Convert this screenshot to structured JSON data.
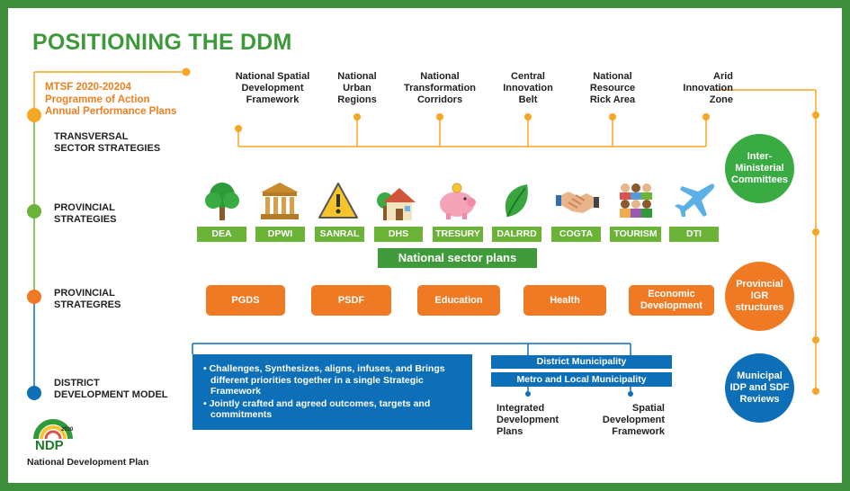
{
  "title": "POSITIONING THE DDM",
  "mtsf": {
    "line1": "MTSF 2020-20204",
    "line2": "Programme of Action",
    "line3": "Annual Performance Plans"
  },
  "levels": {
    "transversal": [
      "TRANSVERSAL",
      "SECTOR STRATEGIES"
    ],
    "provincial_strategies": [
      "PROVINCIAL",
      "STRATEGIES"
    ],
    "provincial_strategres": [
      "PROVINCIAL",
      "STRATEGRES"
    ],
    "ddm": [
      "DISTRICT",
      "DEVELOPMENT MODEL"
    ]
  },
  "frameworks": [
    [
      "National Spatial",
      "Development",
      "Framework"
    ],
    [
      "National",
      "Urban",
      "Regions"
    ],
    [
      "National",
      "Transformation",
      "Corridors"
    ],
    [
      "Central",
      "Innovation",
      "Belt"
    ],
    [
      "National",
      "Resource",
      "Rick Area"
    ],
    [
      "Arid",
      "Innovation",
      "Zone"
    ]
  ],
  "departments": [
    {
      "label": "DEA",
      "icon": "tree-icon"
    },
    {
      "label": "DPWI",
      "icon": "building-icon"
    },
    {
      "label": "SANRAL",
      "icon": "warning-sign-icon"
    },
    {
      "label": "DHS",
      "icon": "house-icon"
    },
    {
      "label": "TRESURY",
      "icon": "piggy-bank-icon"
    },
    {
      "label": "DALRRD",
      "icon": "leaf-icon"
    },
    {
      "label": "COGTA",
      "icon": "handshake-icon"
    },
    {
      "label": "TOURISM",
      "icon": "people-icon"
    },
    {
      "label": "DTI",
      "icon": "airplane-icon"
    }
  ],
  "national_sector_plans": "National sector plans",
  "provincial_items": [
    [
      "PGDS"
    ],
    [
      "PSDF"
    ],
    [
      "Education"
    ],
    [
      "Health"
    ],
    [
      "Economic",
      "Development"
    ]
  ],
  "circles": {
    "inter_ministerial": [
      "Inter-",
      "Ministerial",
      "Committees"
    ],
    "provincial_igr": [
      "Provincial",
      "IGR",
      "structures"
    ],
    "municipal": [
      "Municipal",
      "IDP and SDF",
      "Reviews"
    ]
  },
  "bluebox": [
    "• Challenges, Synthesizes, aligns, infuses, and Brings different priorities together in a single Strategic Framework",
    "• Jointly crafted and agreed outcomes, targets and commitments"
  ],
  "district_municipality": "District Municipality",
  "metro_local": "Metro and Local Municipality",
  "idp": [
    "Integrated",
    "Development",
    "Plans"
  ],
  "sdf": [
    "Spatial",
    "Development",
    "Framework"
  ],
  "logo": {
    "year": "2030",
    "acronym": "NDP"
  },
  "ndp_label": "National Development Plan",
  "colors": {
    "frame_green": "#3d8f3b",
    "title_green": "#3d9a3a",
    "orange": "#f07a23",
    "tag_green": "#6bb337",
    "blue": "#0d6fb8",
    "line_orange": "#f5a623"
  }
}
